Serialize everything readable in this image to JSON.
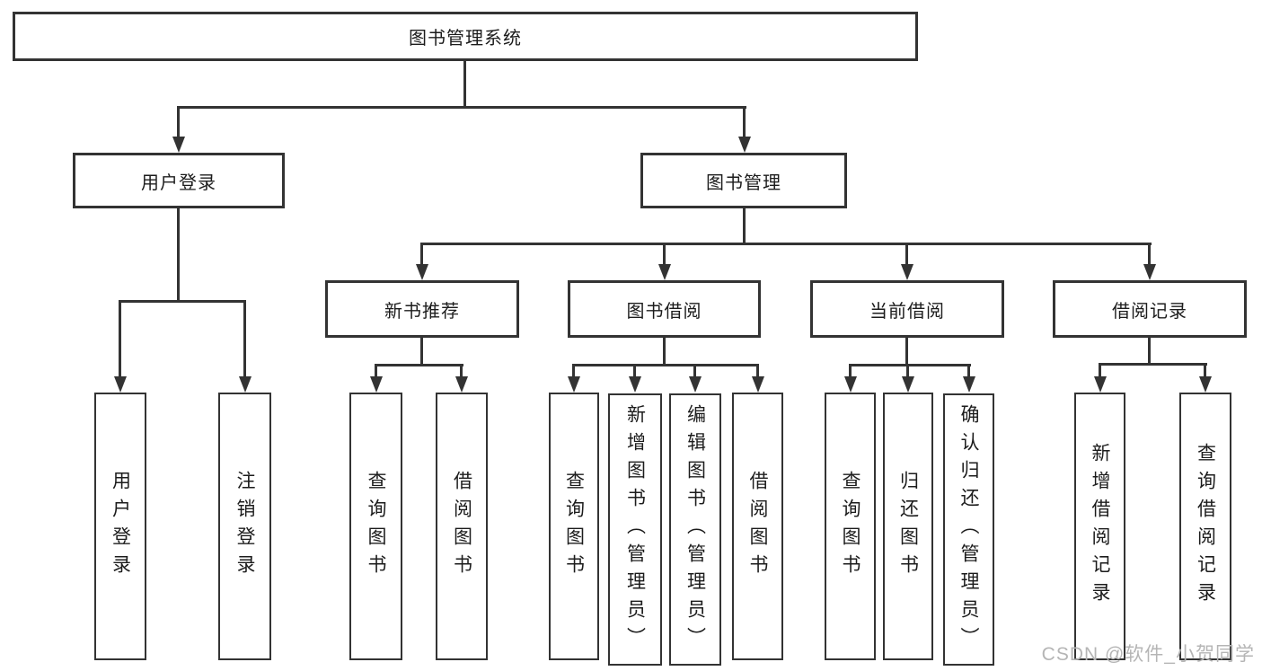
{
  "colors": {
    "line": "#333333",
    "text": "#1c1c1c",
    "background": "#ffffff",
    "watermark": "#b5b5b5"
  },
  "watermark": "CSDN @软件_小贺同学",
  "root": {
    "label": "图书管理系统"
  },
  "user_login": {
    "label": "用户登录",
    "children": [
      {
        "label": "用户登录"
      },
      {
        "label": "注销登录"
      }
    ]
  },
  "book_mgmt": {
    "label": "图书管理",
    "groups": [
      {
        "label": "新书推荐",
        "children": [
          {
            "label": "查询图书"
          },
          {
            "label": "借阅图书"
          }
        ]
      },
      {
        "label": "图书借阅",
        "children": [
          {
            "label": "查询图书"
          },
          {
            "label": "新增图书（管理员）"
          },
          {
            "label": "编辑图书（管理员）"
          },
          {
            "label": "借阅图书"
          }
        ]
      },
      {
        "label": "当前借阅",
        "children": [
          {
            "label": "查询图书"
          },
          {
            "label": "归还图书"
          },
          {
            "label": "确认归还（管理员）"
          }
        ]
      },
      {
        "label": "借阅记录",
        "children": [
          {
            "label": "新增借阅记录"
          },
          {
            "label": "查询借阅记录"
          }
        ]
      }
    ]
  }
}
